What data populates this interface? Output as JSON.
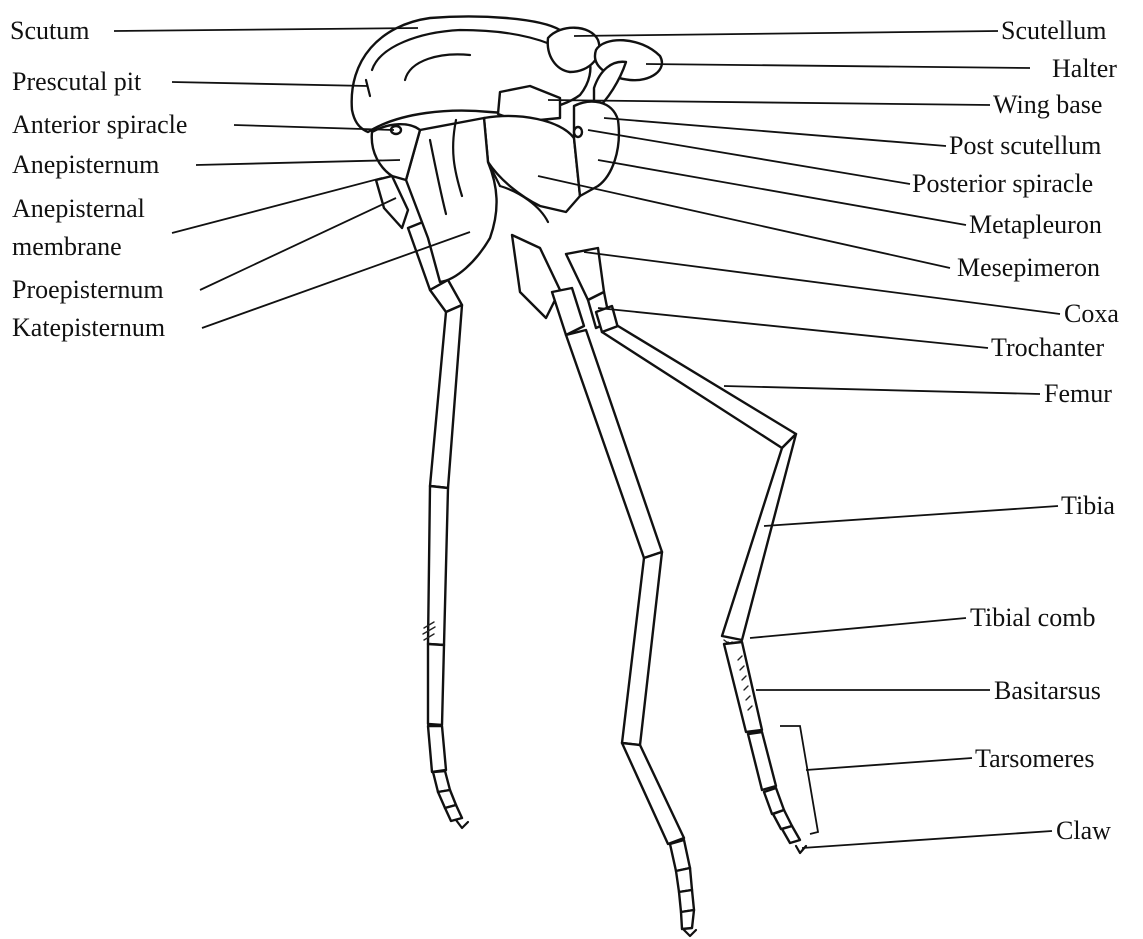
{
  "labels_left": {
    "scutum": "Scutum",
    "prescutal_pit": "Prescutal pit",
    "anterior_spiracle": "Anterior spiracle",
    "anepisternum": "Anepisternum",
    "anepisternal_membrane_1": "Anepisternal",
    "anepisternal_membrane_2": "membrane",
    "proepisternum": "Proepisternum",
    "katepisternum": "Katepisternum"
  },
  "labels_right": {
    "scutellum": "Scutellum",
    "halter": "Halter",
    "wing_base": "Wing base",
    "post_scutellum": "Post scutellum",
    "posterior_spiracle": "Posterior spiracle",
    "metapleuron": "Metapleuron",
    "mesepimeron": "Mesepimeron",
    "coxa": "Coxa",
    "trochanter": "Trochanter",
    "femur": "Femur",
    "tibia": "Tibia",
    "tibial_comb": "Tibial comb",
    "basitarsus": "Basitarsus",
    "tarsomeres": "Tarsomeres",
    "claw": "Claw"
  }
}
